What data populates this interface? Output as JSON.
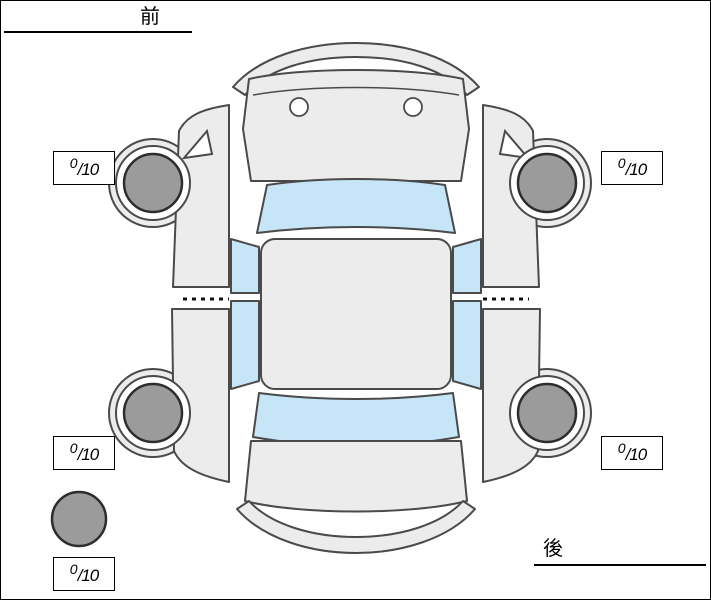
{
  "labels": {
    "front": "前",
    "rear": "後"
  },
  "tire_scores": {
    "front_left": {
      "value": "0",
      "max": "/10"
    },
    "front_right": {
      "value": "0",
      "max": "/10"
    },
    "rear_left": {
      "value": "0",
      "max": "/10"
    },
    "rear_right": {
      "value": "0",
      "max": "/10"
    },
    "spare": {
      "value": "0",
      "max": "/10"
    }
  },
  "colors": {
    "car_body": "#ececec",
    "glass": "#c6e5f6",
    "tire": "#9b9b9b",
    "outline": "#4a4a4a",
    "text": "#000000"
  }
}
